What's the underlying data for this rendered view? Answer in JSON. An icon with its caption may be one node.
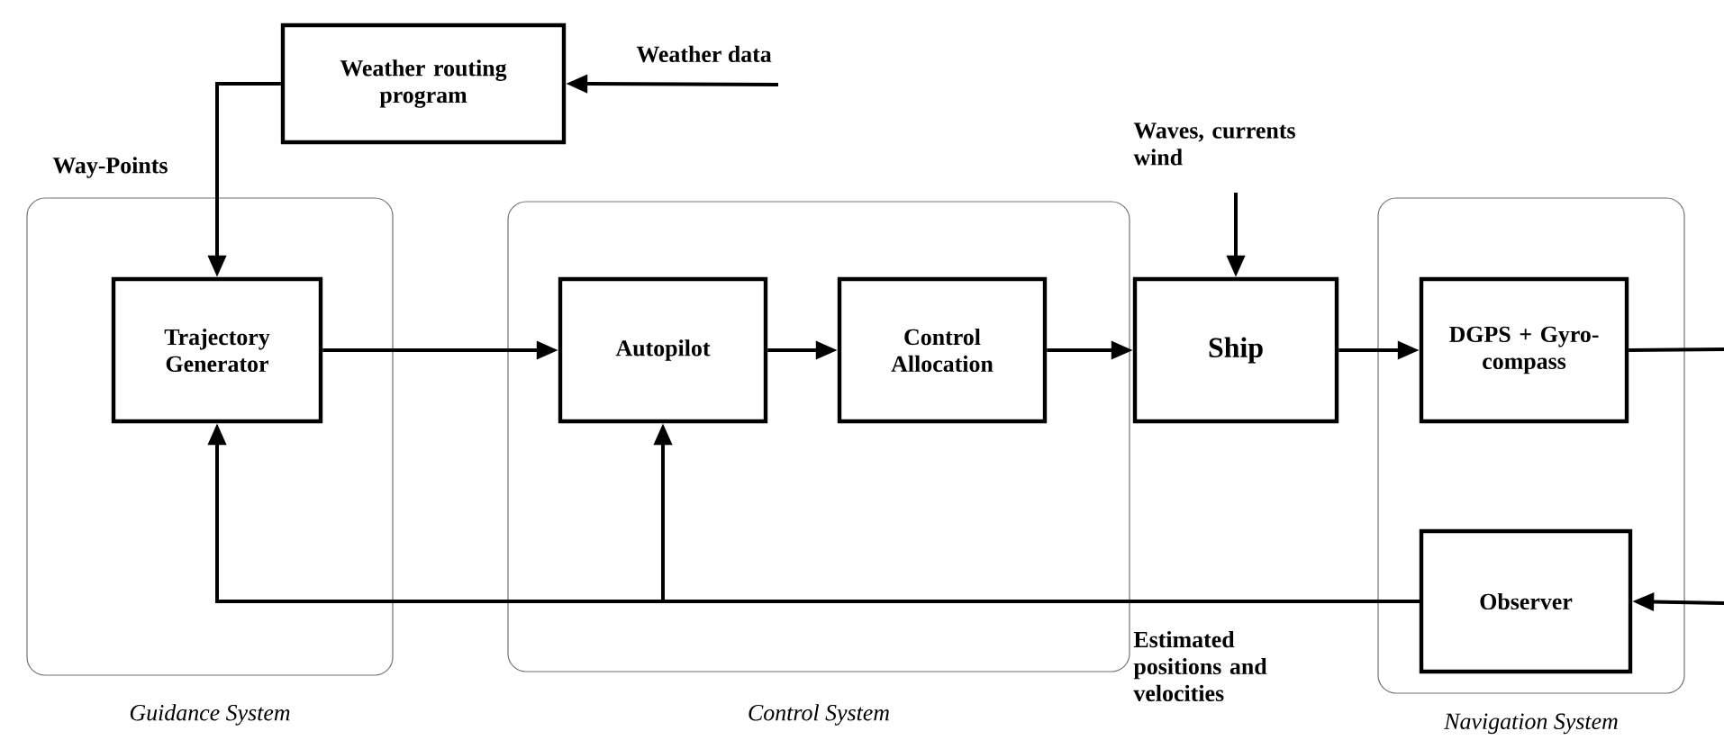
{
  "diagram": {
    "nodes": [
      {
        "text": [
          "Guidance System"
        ]
      },
      {
        "text": [
          "Trajectory Generator"
        ],
        "in": 0
      },
      {
        "text": [
          "Control System"
        ]
      },
      {
        "text": [
          "Autopilot"
        ],
        "in": 2
      },
      {
        "text": [
          "Control Allocation"
        ],
        "in": 2
      },
      {
        "text": [
          "Ship"
        ]
      },
      {
        "text": [
          "Navigation System"
        ]
      },
      {
        "text": [
          "DGPS + Gyro-compass"
        ],
        "in": 6
      },
      {
        "text": [
          "Observer"
        ],
        "in": 6
      },
      {
        "text": [
          "Weather routing program"
        ]
      }
    ],
    "edges": [
      {
        "from": 9,
        "to": 1,
        "arrow": "to",
        "label": "Way-Points"
      },
      {
        "from": null,
        "to": 9,
        "arrow": "to",
        "label": "Weather data"
      },
      {
        "from": 1,
        "to": 3,
        "arrow": "to"
      },
      {
        "from": 3,
        "to": 4,
        "arrow": "to"
      },
      {
        "from": 4,
        "to": 5,
        "arrow": "to"
      },
      {
        "from": null,
        "to": 5,
        "arrow": "to",
        "label": "Waves, currents wind"
      },
      {
        "from": 5,
        "to": 7,
        "arrow": "to"
      },
      {
        "from": 7,
        "to": null,
        "arrow": "none"
      },
      {
        "from": null,
        "to": 8,
        "arrow": "to"
      },
      {
        "from": 8,
        "to": 1,
        "arrow": "to",
        "label": "Estimated positions and velocities"
      },
      {
        "from": 8,
        "to": 3,
        "arrow": "to"
      }
    ]
  }
}
